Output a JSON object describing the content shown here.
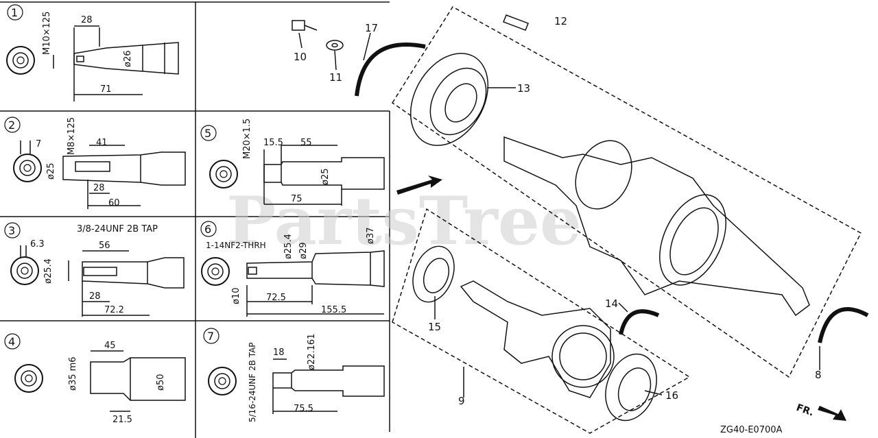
{
  "watermark": "PartsTree",
  "diagram_code": "ZG40-E0700A",
  "direction_label": "FR.",
  "shaft_variants": [
    {
      "num": "1",
      "dims": [
        "M10×125",
        "28",
        "ø26",
        "71"
      ]
    },
    {
      "num": "2",
      "dims": [
        "7",
        "M8×125",
        "41",
        "ø25",
        "28",
        "60"
      ]
    },
    {
      "num": "3",
      "dims": [
        "3/8-24UNF 2B TAP",
        "6.3",
        "56",
        "ø25.4",
        "28",
        "72.2"
      ]
    },
    {
      "num": "4",
      "dims": [
        "45",
        "ø35 m6",
        "ø50",
        "21.5"
      ]
    },
    {
      "num": "5",
      "dims": [
        "M20×1.5",
        "15.5",
        "55",
        "ø25",
        "75"
      ]
    },
    {
      "num": "6",
      "dims": [
        "1-14NF2-THRH",
        "ø25.4",
        "ø29",
        "ø37",
        "ø10",
        "72.5",
        "155.5"
      ]
    },
    {
      "num": "7",
      "dims": [
        "5/16-24UNF 2B TAP",
        "18",
        "ø22.161",
        "75.5"
      ]
    }
  ],
  "part_callouts": [
    "8",
    "9",
    "10",
    "11",
    "12",
    "13",
    "14",
    "15",
    "16",
    "17"
  ]
}
